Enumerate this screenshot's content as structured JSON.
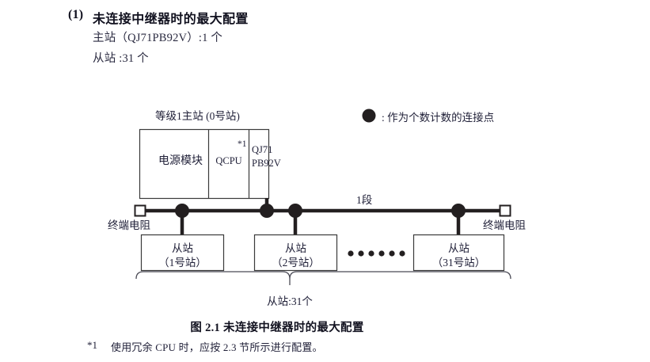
{
  "heading": {
    "number": "(1)",
    "title": "未连接中继器时的最大配置",
    "line_master": "主站（QJ71PB92V）:1 个",
    "line_slave": "从站 :31 个"
  },
  "diagram": {
    "master_header": "等级1主站 (0号站)",
    "legend_text": ": 作为个数计数的连接点",
    "legend_symbol": "filled-circle-icon",
    "segment_label": "1段",
    "terminator_left": "终端电阻",
    "terminator_right": "终端电阻",
    "brace_label": "从站:31个",
    "ellipsis": "● ● ● ● ● ●",
    "modules": [
      {
        "name": "power-supply-module",
        "label": "电源模块"
      },
      {
        "name": "qcpu-module",
        "label": "QCPU",
        "footnote_mark": "*1"
      },
      {
        "name": "qj71pb92v-module",
        "label_line1": "QJ71",
        "label_line2": "PB92V"
      }
    ],
    "slaves": [
      {
        "name": "slave-station-1",
        "line1": "从站",
        "line2": "（1号站）"
      },
      {
        "name": "slave-station-2",
        "line1": "从站",
        "line2": "（2号站）"
      },
      {
        "name": "slave-station-31",
        "line1": "从站",
        "line2": "（31号站）"
      }
    ]
  },
  "caption": "图 2.1  未连接中继器时的最大配置",
  "footnote": {
    "mark": "*1",
    "text": "使用冗余 CPU 时，应按 2.3 节所示进行配置。"
  },
  "colors": {
    "ink": "#1a1a2e",
    "line": "#231f20",
    "box_border": "#3a3a3a"
  }
}
